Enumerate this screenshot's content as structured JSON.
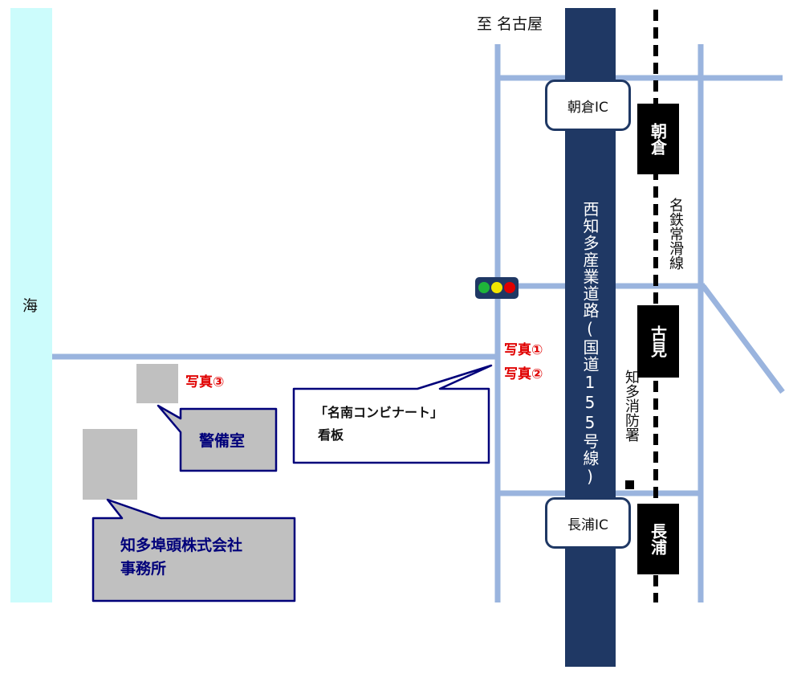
{
  "map": {
    "destination_label": "至 名古屋",
    "sea_label": "海",
    "highway_label": "西知多産業道路(国道155号線)",
    "railway_label": "名鉄常滑線",
    "interchanges": {
      "north": "朝倉IC",
      "south": "長浦IC"
    },
    "stations": {
      "north": "朝倉",
      "middle": "古見",
      "south": "長浦"
    },
    "fire_station_label": "知多消防署",
    "photo_labels": {
      "photo1": "写真①",
      "photo2": "写真②",
      "photo3": "写真③"
    },
    "callouts": {
      "signboard_line1": "「名南コンビナート」",
      "signboard_line2": "看板",
      "guard_room": "警備室",
      "office_line1": "知多埠頭株式会社",
      "office_line2": "事務所"
    },
    "traffic_light_colors": [
      "#1fb53a",
      "#f2e600",
      "#e00000"
    ],
    "colors": {
      "sea": "#ccfcfc",
      "road": "#9ab4de",
      "highway": "#1f3864",
      "building": "#c0c0c0",
      "callout_border": "#00007a",
      "photo_label": "#e00000"
    }
  }
}
